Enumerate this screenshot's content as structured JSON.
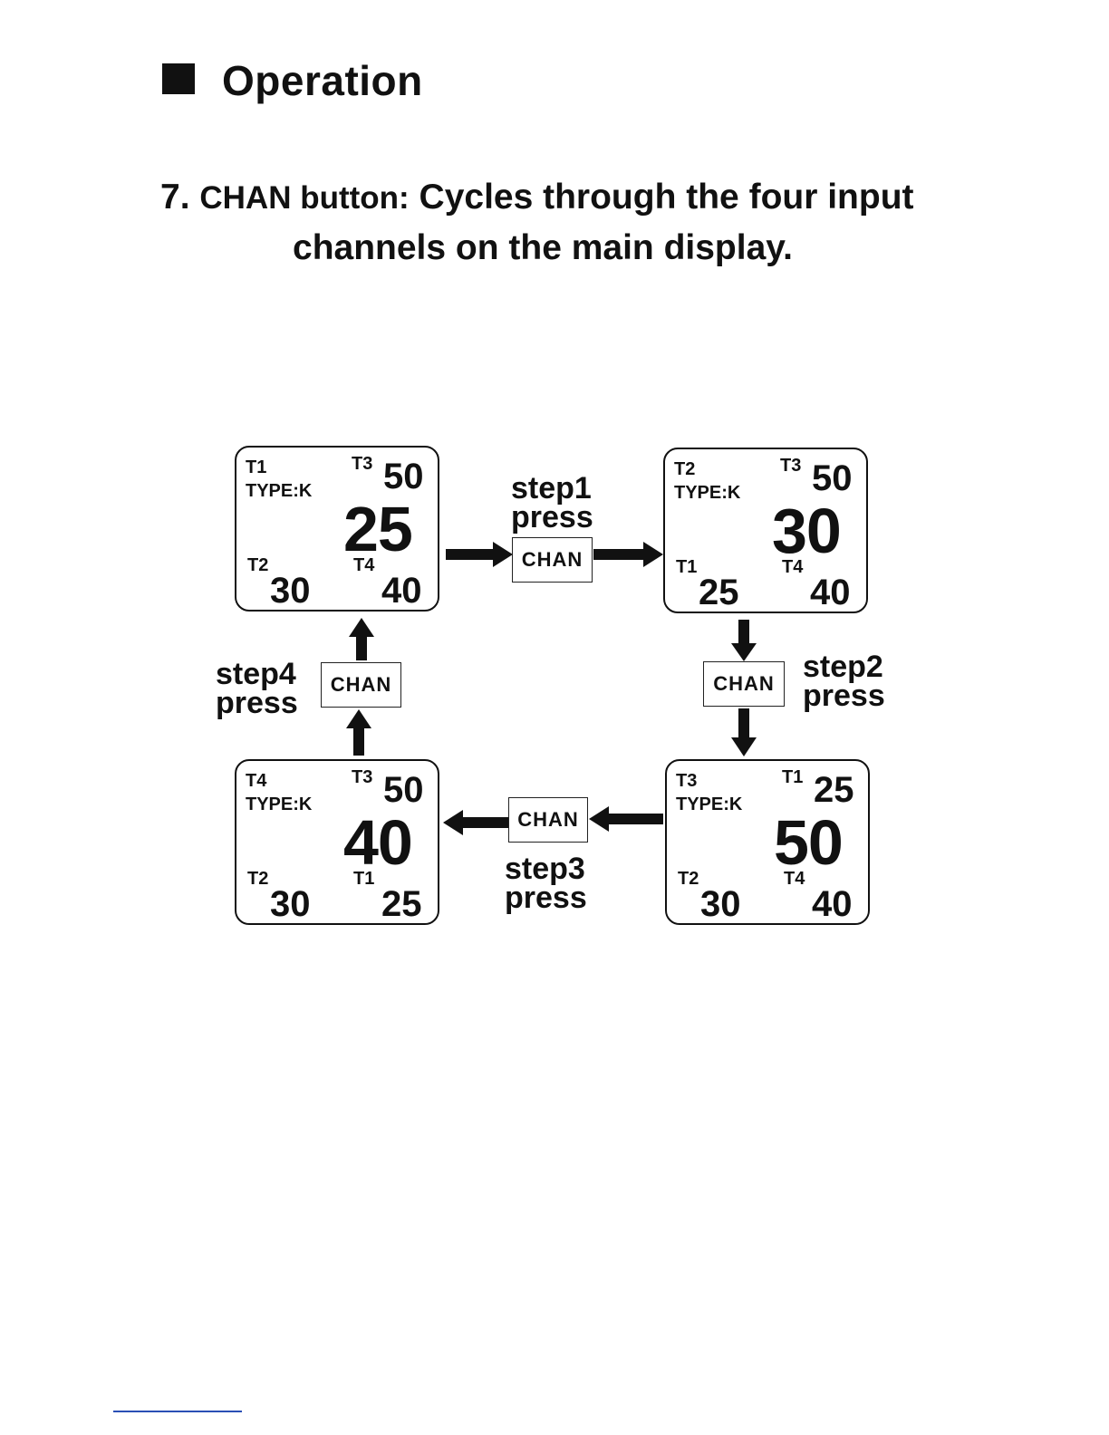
{
  "heading": {
    "title": "Operation"
  },
  "item": {
    "number": "7.",
    "button_name": "CHAN button:",
    "description_line1": "Cycles through the four input",
    "description_line2": "channels on the main display."
  },
  "displays": [
    {
      "ch_tl": "T1",
      "type": "TYPE:K",
      "ch_tr": "T3",
      "val_tr": "50",
      "main": "25",
      "ch_bl": "T2",
      "val_bl": "30",
      "ch_br": "T4",
      "val_br": "40"
    },
    {
      "ch_tl": "T2",
      "type": "TYPE:K",
      "ch_tr": "T3",
      "val_tr": "50",
      "main": "30",
      "ch_bl": "T1",
      "val_bl": "25",
      "ch_br": "T4",
      "val_br": "40"
    },
    {
      "ch_tl": "T3",
      "type": "TYPE:K",
      "ch_tr": "T1",
      "val_tr": "25",
      "main": "50",
      "ch_bl": "T2",
      "val_bl": "30",
      "ch_br": "T4",
      "val_br": "40"
    },
    {
      "ch_tl": "T4",
      "type": "TYPE:K",
      "ch_tr": "T3",
      "val_tr": "50",
      "main": "40",
      "ch_bl": "T2",
      "val_bl": "30",
      "ch_br": "T1",
      "val_br": "25"
    }
  ],
  "steps": [
    {
      "step": "step1",
      "action": "press",
      "button": "CHAN"
    },
    {
      "step": "step2",
      "action": "press",
      "button": "CHAN"
    },
    {
      "step": "step3",
      "action": "press",
      "button": "CHAN"
    },
    {
      "step": "step4",
      "action": "press",
      "button": "CHAN"
    }
  ]
}
